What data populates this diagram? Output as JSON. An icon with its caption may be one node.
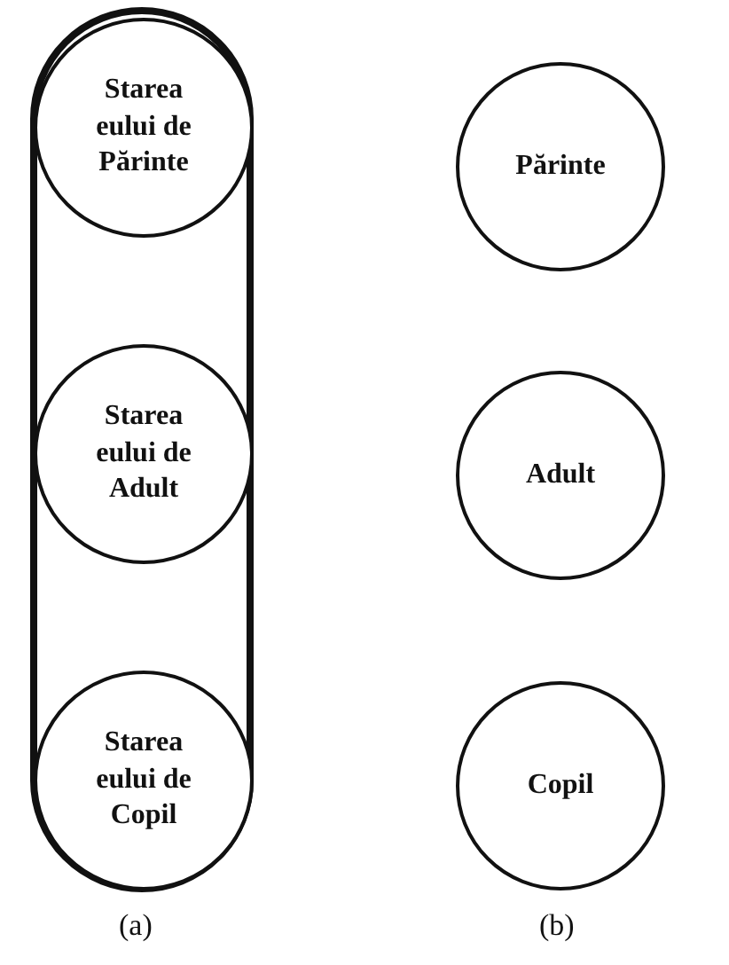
{
  "diagram": {
    "nodes": [
      {
        "text": [],
        "shape": "box"
      },
      {
        "text": [
          "Starea eului de Părinte"
        ],
        "in": 0
      },
      {
        "text": [
          "Starea eului de Adult"
        ],
        "in": 0
      },
      {
        "text": [
          "Starea eului de Copil"
        ],
        "in": 0
      },
      {
        "text": [
          "Părinte"
        ]
      },
      {
        "text": [
          "Adult"
        ]
      },
      {
        "text": [
          "Copil"
        ]
      }
    ],
    "labels": [
      "(a)",
      "(b)"
    ]
  }
}
